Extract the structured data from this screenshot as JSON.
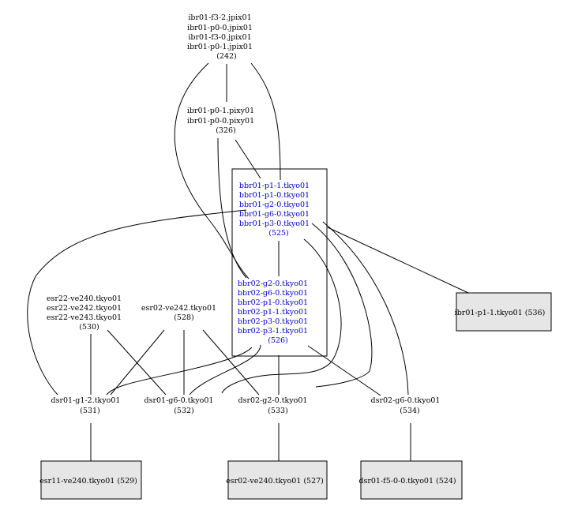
{
  "diagram": {
    "nodes": {
      "n242": {
        "lines": [
          "ibr01-f3-2.jpix01",
          "ibr01-p0-0.jpix01",
          "ibr01-f3-0.jpix01",
          "ibr01-p0-1.jpix01",
          "(242)"
        ]
      },
      "n326": {
        "lines": [
          "ibr01-p0-1.pixy01",
          "ibr01-p0-0.pixy01",
          "(326)"
        ]
      },
      "n525": {
        "lines": [
          "bbr01-p1-1.tkyo01",
          "bbr01-p1-0.tkyo01",
          "bbr01-g2-0.tkyo01",
          "bbr01-g6-0.tkyo01",
          "bbr01-p3-0.tkyo01",
          "(525)"
        ]
      },
      "n526": {
        "lines": [
          "bbr02-g2-0.tkyo01",
          "bbr02-g6-0.tkyo01",
          "bbr02-p1-0.tkyo01",
          "bbr02-p1-1.tkyo01",
          "bbr02-p3-0.tkyo01",
          "bbr02-p3-1.tkyo01",
          "(526)"
        ]
      },
      "n530": {
        "lines": [
          "esr22-ve240.tkyo01",
          "esr22-ve242.tkyo01",
          "esr22-ve243.tkyo01",
          "(530)"
        ]
      },
      "n528": {
        "lines": [
          "esr02-ve242.tkyo01",
          "(528)"
        ]
      },
      "n536": {
        "lines": [
          "ibr01-p1-1.tkyo01 (536)"
        ]
      },
      "n531": {
        "lines": [
          "dsr01-g1-2.tkyo01",
          "(531)"
        ]
      },
      "n532": {
        "lines": [
          "dsr01-g6-0.tkyo01",
          "(532)"
        ]
      },
      "n533": {
        "lines": [
          "dsr02-g2-0.tkyo01",
          "(533)"
        ]
      },
      "n534": {
        "lines": [
          "dsr02-g6-0.tkyo01",
          "(534)"
        ]
      },
      "n529": {
        "lines": [
          "esr11-ve240.tkyo01 (529)"
        ]
      },
      "n527": {
        "lines": [
          "esr02-ve240.tkyo01 (527)"
        ]
      },
      "n524": {
        "lines": [
          "dsr01-f5-0-0.tkyo01 (524)"
        ]
      }
    },
    "edges": [
      [
        "n242",
        "n326"
      ],
      [
        "n242",
        "n525"
      ],
      [
        "n242",
        "n526"
      ],
      [
        "n326",
        "n525"
      ],
      [
        "n326",
        "n526"
      ],
      [
        "n525",
        "n526"
      ],
      [
        "n525",
        "n536"
      ],
      [
        "n525",
        "n531"
      ],
      [
        "n525",
        "n533"
      ],
      [
        "n525",
        "n534"
      ],
      [
        "n526",
        "n531"
      ],
      [
        "n526",
        "n532"
      ],
      [
        "n526",
        "n533"
      ],
      [
        "n526",
        "n534"
      ],
      [
        "n530",
        "n531"
      ],
      [
        "n530",
        "n532"
      ],
      [
        "n528",
        "n531"
      ],
      [
        "n528",
        "n532"
      ],
      [
        "n528",
        "n533"
      ],
      [
        "n531",
        "n529"
      ],
      [
        "n533",
        "n527"
      ],
      [
        "n534",
        "n524"
      ]
    ]
  }
}
